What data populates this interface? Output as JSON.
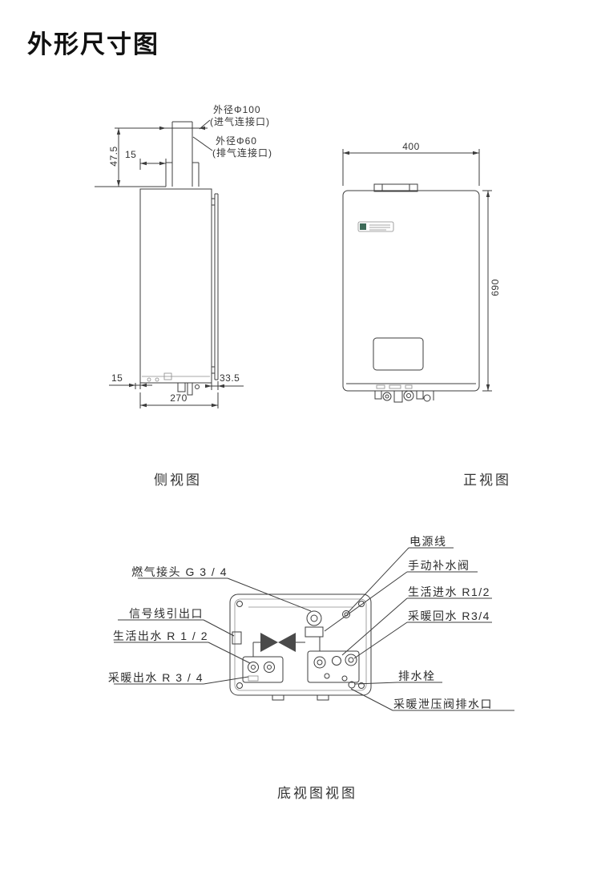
{
  "page": {
    "title": "外形尺寸图"
  },
  "side_view": {
    "caption": "侧视图",
    "flue_outer_label": "外径Φ100",
    "flue_outer_sub": "(进气连接口)",
    "flue_inner_label": "外径Φ60",
    "flue_inner_sub": "(排气连接口)",
    "dim_top_height": "47.5",
    "dim_top_offset": "15",
    "dim_bottom_offset": "15",
    "dim_bracket": "33.5",
    "dim_depth": "270"
  },
  "front_view": {
    "caption": "正视图",
    "dim_width": "400",
    "dim_height": "690"
  },
  "bottom_view": {
    "caption": "底视图视图",
    "callouts_left": [
      {
        "label": "燃气接头 G 3 / 4"
      },
      {
        "label": "信号线引出口"
      },
      {
        "label": "生活出水 R 1 / 2"
      },
      {
        "label": "采暖出水 R 3 / 4"
      }
    ],
    "callouts_right": [
      {
        "label": "电源线"
      },
      {
        "label": "手动补水阀"
      },
      {
        "label": "生活进水 R1/2"
      },
      {
        "label": "采暖回水 R3/4"
      },
      {
        "label": "排水栓"
      },
      {
        "label": "采暖泄压阀排水口"
      }
    ]
  }
}
